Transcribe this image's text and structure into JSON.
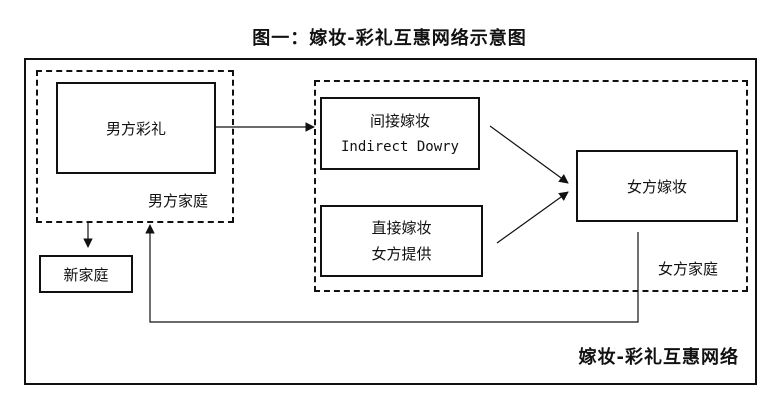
{
  "title": "图一：嫁妆-彩礼互惠网络示意图",
  "network_label": "嫁妆-彩礼互惠网络",
  "male_family": {
    "label": "男方家庭",
    "bride_price": "男方彩礼"
  },
  "new_family": "新家庭",
  "female_family": {
    "label": "女方家庭",
    "indirect_dowry": {
      "line1": "间接嫁妆",
      "line2": "Indirect Dowry"
    },
    "direct_dowry": {
      "line1": "直接嫁妆",
      "line2": "女方提供"
    },
    "female_dowry": "女方嫁妆"
  }
}
